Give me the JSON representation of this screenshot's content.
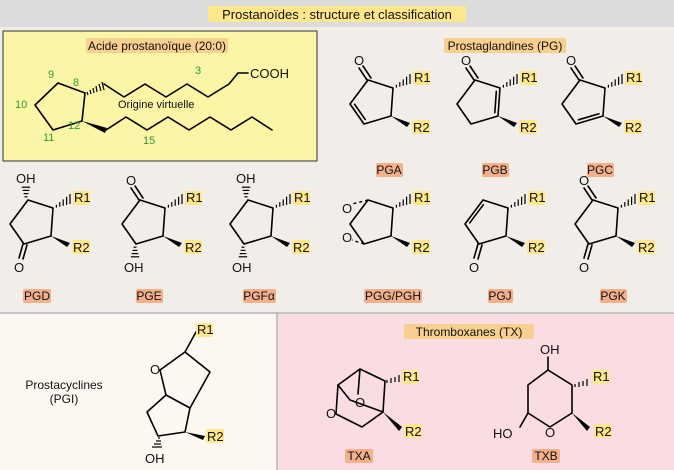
{
  "title": "Prostanoïdes : structure et classification",
  "sections": {
    "prostanoic": {
      "title": "Acide prostanoïque (20:0)",
      "carbon_numbers": [
        "9",
        "8",
        "3",
        "10",
        "11",
        "12",
        "15"
      ],
      "cooh": "COOH",
      "virtual_origin": "Origine virtuelle"
    },
    "prostaglandins": {
      "title": "Prostaglandines (PG)"
    },
    "prostacyclins": {
      "title_line1": "Prostacyclines",
      "title_line2": "(PGI)"
    },
    "thromboxanes": {
      "title": "Thromboxanes (TX)"
    }
  },
  "atoms": {
    "O": "O",
    "OH": "OH",
    "HO": "HO",
    "R1": "R1",
    "R2": "R2"
  },
  "compounds": {
    "PGA": "PGA",
    "PGB": "PGB",
    "PGC": "PGC",
    "PGD": "PGD",
    "PGE": "PGE",
    "PGF": "PGFα",
    "PGG": "PGG/PGH",
    "PGJ": "PGJ",
    "PGK": "PGK",
    "TXA": "TXA",
    "TXB": "TXB"
  },
  "colors": {
    "header_bg": "#dcdcdc",
    "prostanoic_bg": "#fbf5a6",
    "pg_bg": "#f1ede9",
    "prostacyclin_bg": "#fcf8f1",
    "thromboxane_bg": "#fadde3",
    "highlight_orange": "#f7cf8e",
    "highlight_yellow": "#ffe78a",
    "highlight_red": "#f3b08a",
    "carbon_number": "#2f9a3a"
  }
}
